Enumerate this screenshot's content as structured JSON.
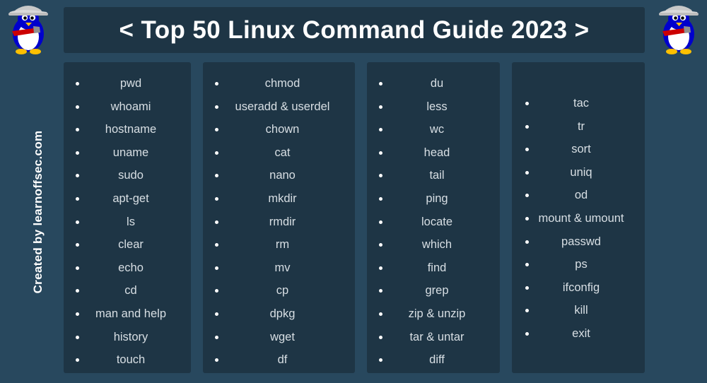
{
  "header": {
    "title": "< Top 50 Linux Command Guide 2023 >"
  },
  "credit": {
    "text": "Created by learnoffsec.com"
  },
  "mascots": [
    {
      "name": "tux-penguin-with-wrench-left",
      "alt": "Linux penguin wearing a grey cap holding a red wrench"
    },
    {
      "name": "tux-penguin-with-wrench-right",
      "alt": "Linux penguin wearing a grey cap holding a red wrench"
    }
  ],
  "colors": {
    "page_background": "#28485e",
    "card_background": "#1e3545",
    "title_text": "#ffffff",
    "command_text": "#d8dfe4",
    "bullet": "#ffffff",
    "penguin_body": "#0000cc",
    "penguin_cap": "#c8c8c8",
    "penguin_belly": "#ffffff",
    "penguin_feet": "#ffc000",
    "penguin_wrench": "#cc0000"
  },
  "columns": [
    {
      "id": "column-1",
      "items": [
        "pwd",
        "whoami",
        "hostname",
        "uname",
        "sudo",
        "apt-get",
        "ls",
        "clear",
        "echo",
        "cd",
        "man and help",
        "history",
        "touch"
      ]
    },
    {
      "id": "column-2",
      "items": [
        "chmod",
        "useradd & userdel",
        "chown",
        "cat",
        "nano",
        "mkdir",
        "rmdir",
        "rm",
        "mv",
        "cp",
        "dpkg",
        "wget",
        "df"
      ]
    },
    {
      "id": "column-3",
      "items": [
        "du",
        "less",
        "wc",
        "head",
        "tail",
        "ping",
        "locate",
        "which",
        "find",
        "grep",
        "zip & unzip",
        "tar & untar",
        "diff"
      ]
    },
    {
      "id": "column-4",
      "items": [
        "tac",
        "tr",
        "sort",
        "uniq",
        "od",
        "mount & umount",
        "passwd",
        "ps",
        "ifconfig",
        "kill",
        "exit"
      ]
    }
  ]
}
